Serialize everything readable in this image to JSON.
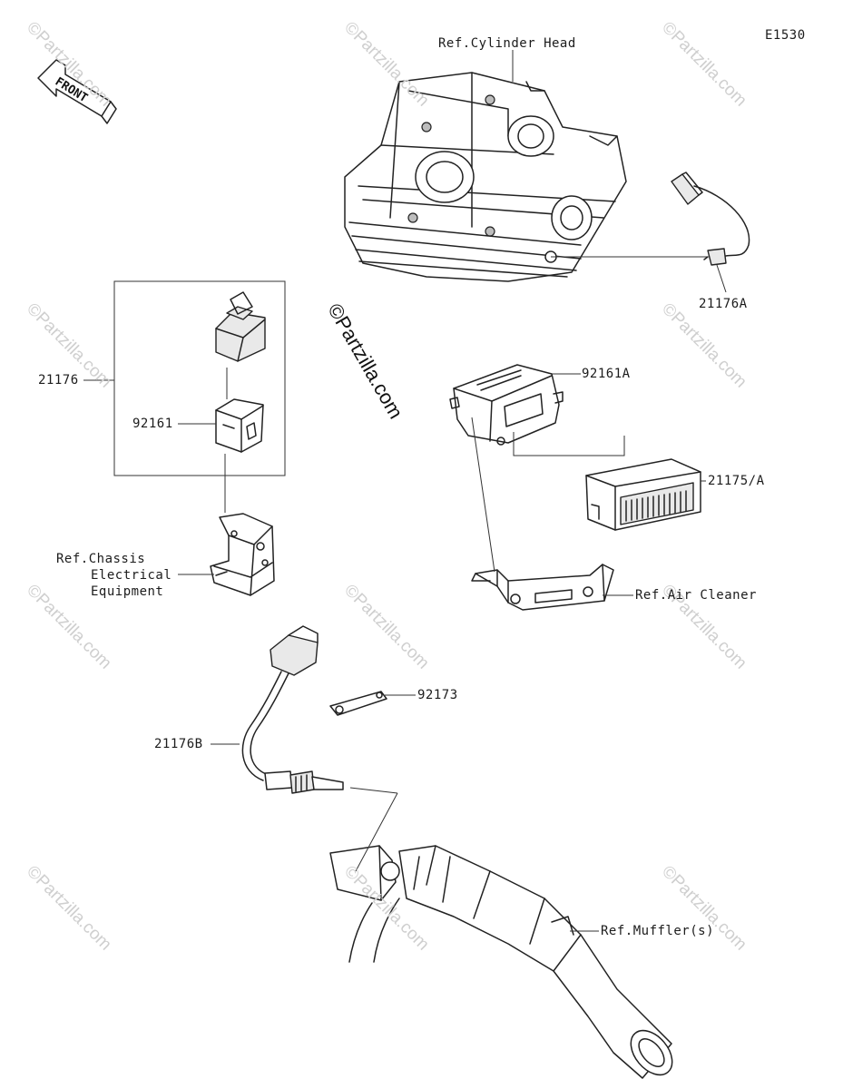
{
  "diagram_id": "E1530",
  "front_label": "FRONT",
  "watermark": "©Partzilla.com",
  "labels": {
    "ref_cylinder_head": "Ref.Cylinder Head",
    "p21176A": "21176A",
    "p21176": "21176",
    "p92161": "92161",
    "p92161A": "92161A",
    "p21175A": "21175/A",
    "ref_chassis_1": "Ref.Chassis",
    "ref_chassis_2": "Electrical",
    "ref_chassis_3": "Equipment",
    "ref_air_cleaner": "Ref.Air Cleaner",
    "p92173": "92173",
    "p21176B": "21176B",
    "ref_muffler": "Ref.Muffler(s)"
  }
}
